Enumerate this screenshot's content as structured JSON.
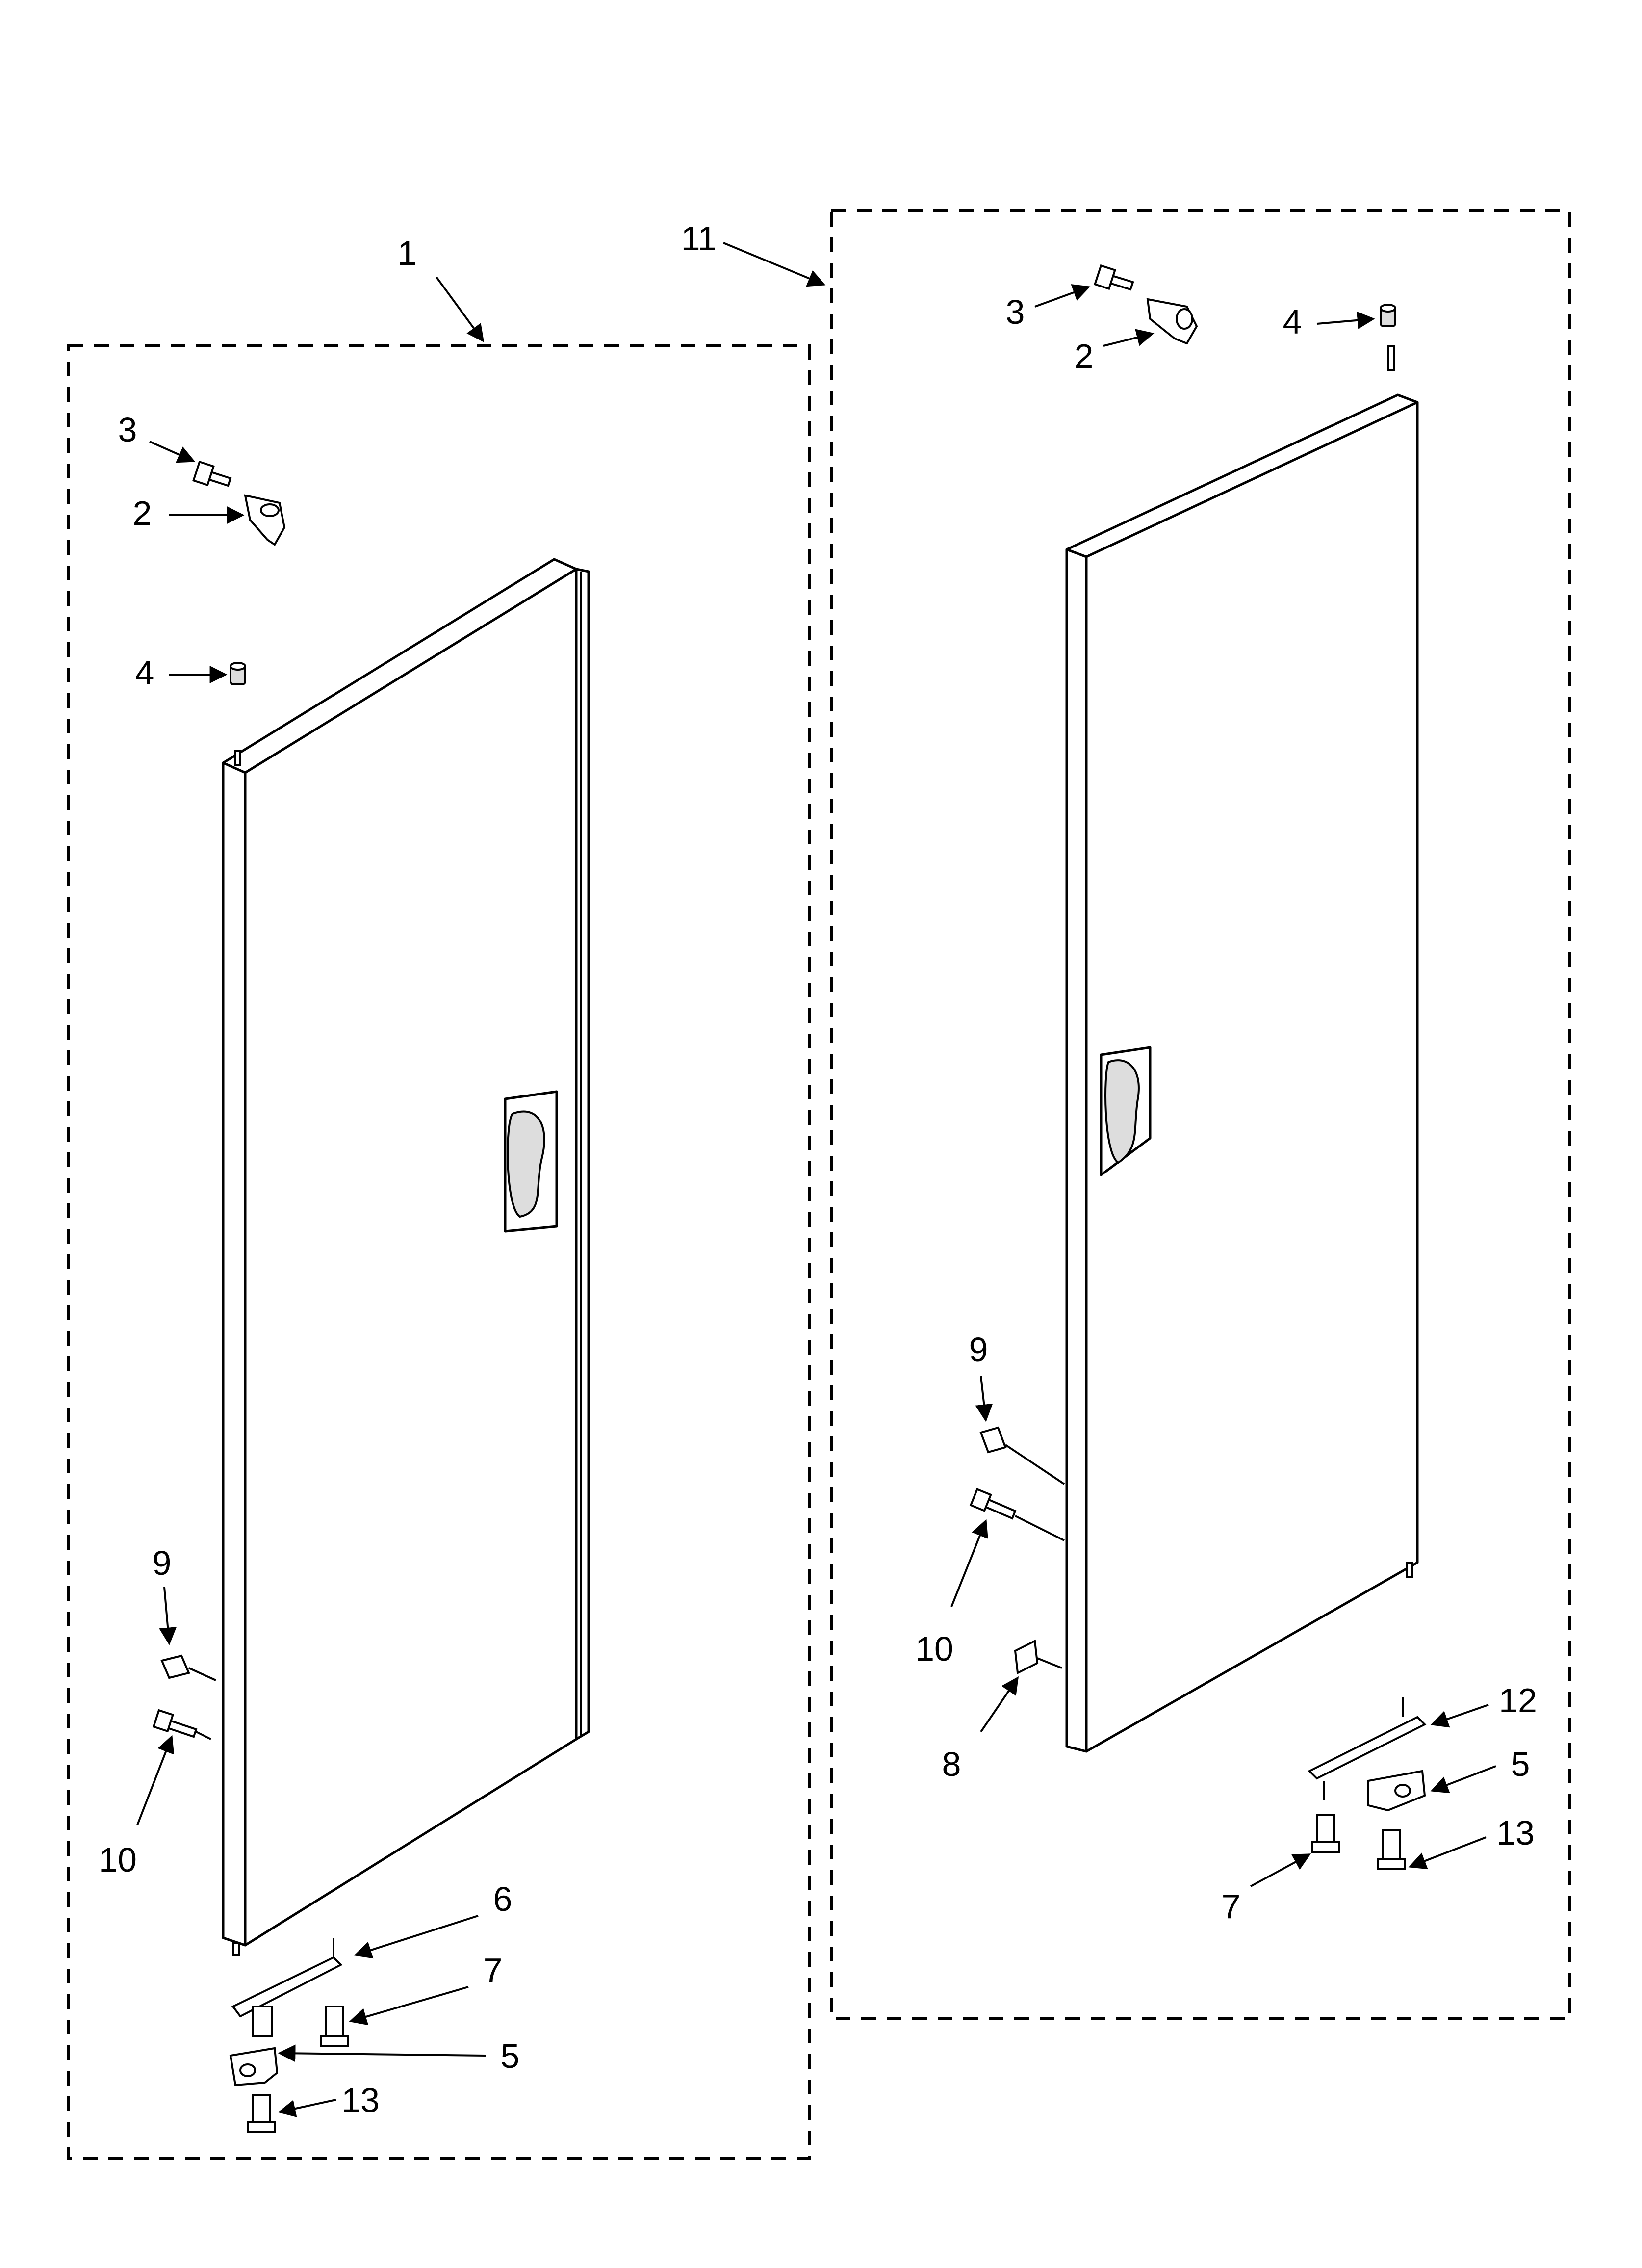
{
  "diagram": {
    "left_assembly": {
      "assembly_label": "1",
      "labels": {
        "hinge_top": "2",
        "screw_top": "3",
        "bushing": "4",
        "hinge_bottom": "5",
        "shim": "6",
        "screw_shim": "7",
        "plug": "9",
        "screw_handle": "10",
        "screw_bottom": "13"
      }
    },
    "right_assembly": {
      "assembly_label": "11",
      "labels": {
        "hinge_top": "2",
        "screw_top": "3",
        "bushing": "4",
        "hinge_bottom": "5",
        "screw_shim": "7",
        "pad": "8",
        "plug": "9",
        "screw_handle": "10",
        "shim": "12",
        "screw_bottom": "13"
      }
    }
  }
}
